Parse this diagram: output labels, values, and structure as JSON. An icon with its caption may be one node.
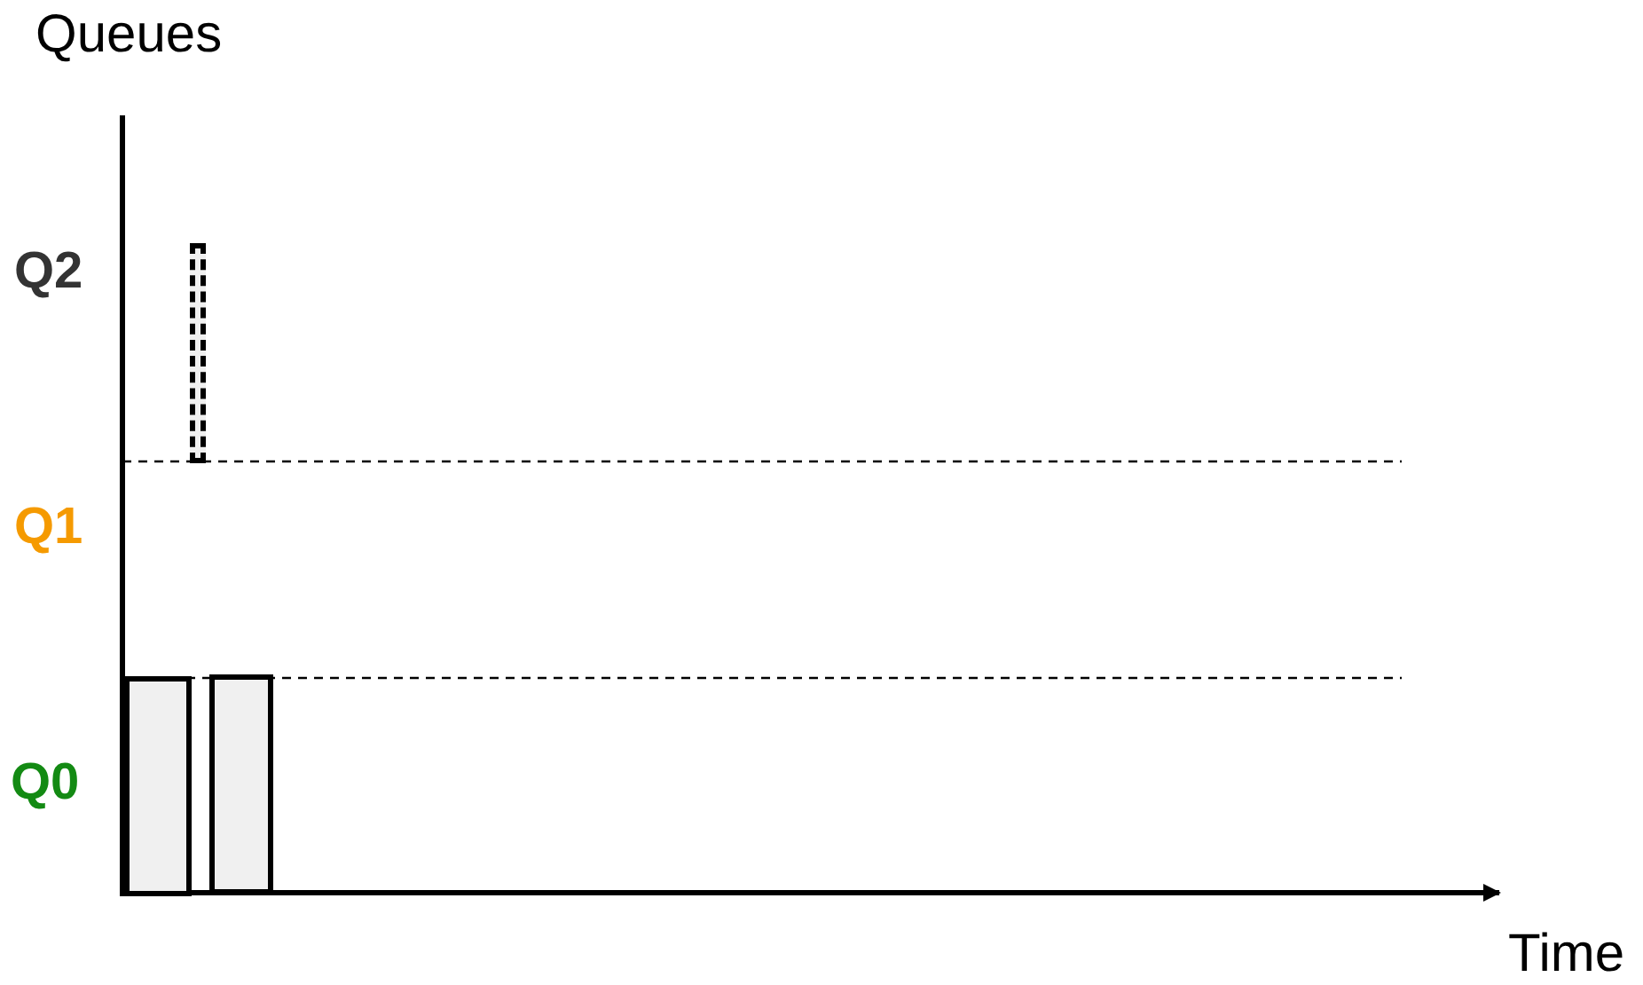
{
  "diagram": {
    "nodes": [
      {
        "text": [],
        "shape": "bar"
      },
      {
        "text": [],
        "shape": "bar"
      },
      {
        "text": [],
        "shape": "bar"
      }
    ],
    "labels": [
      "Queues",
      "Q2",
      "Q1",
      "Q0",
      "Time"
    ]
  }
}
